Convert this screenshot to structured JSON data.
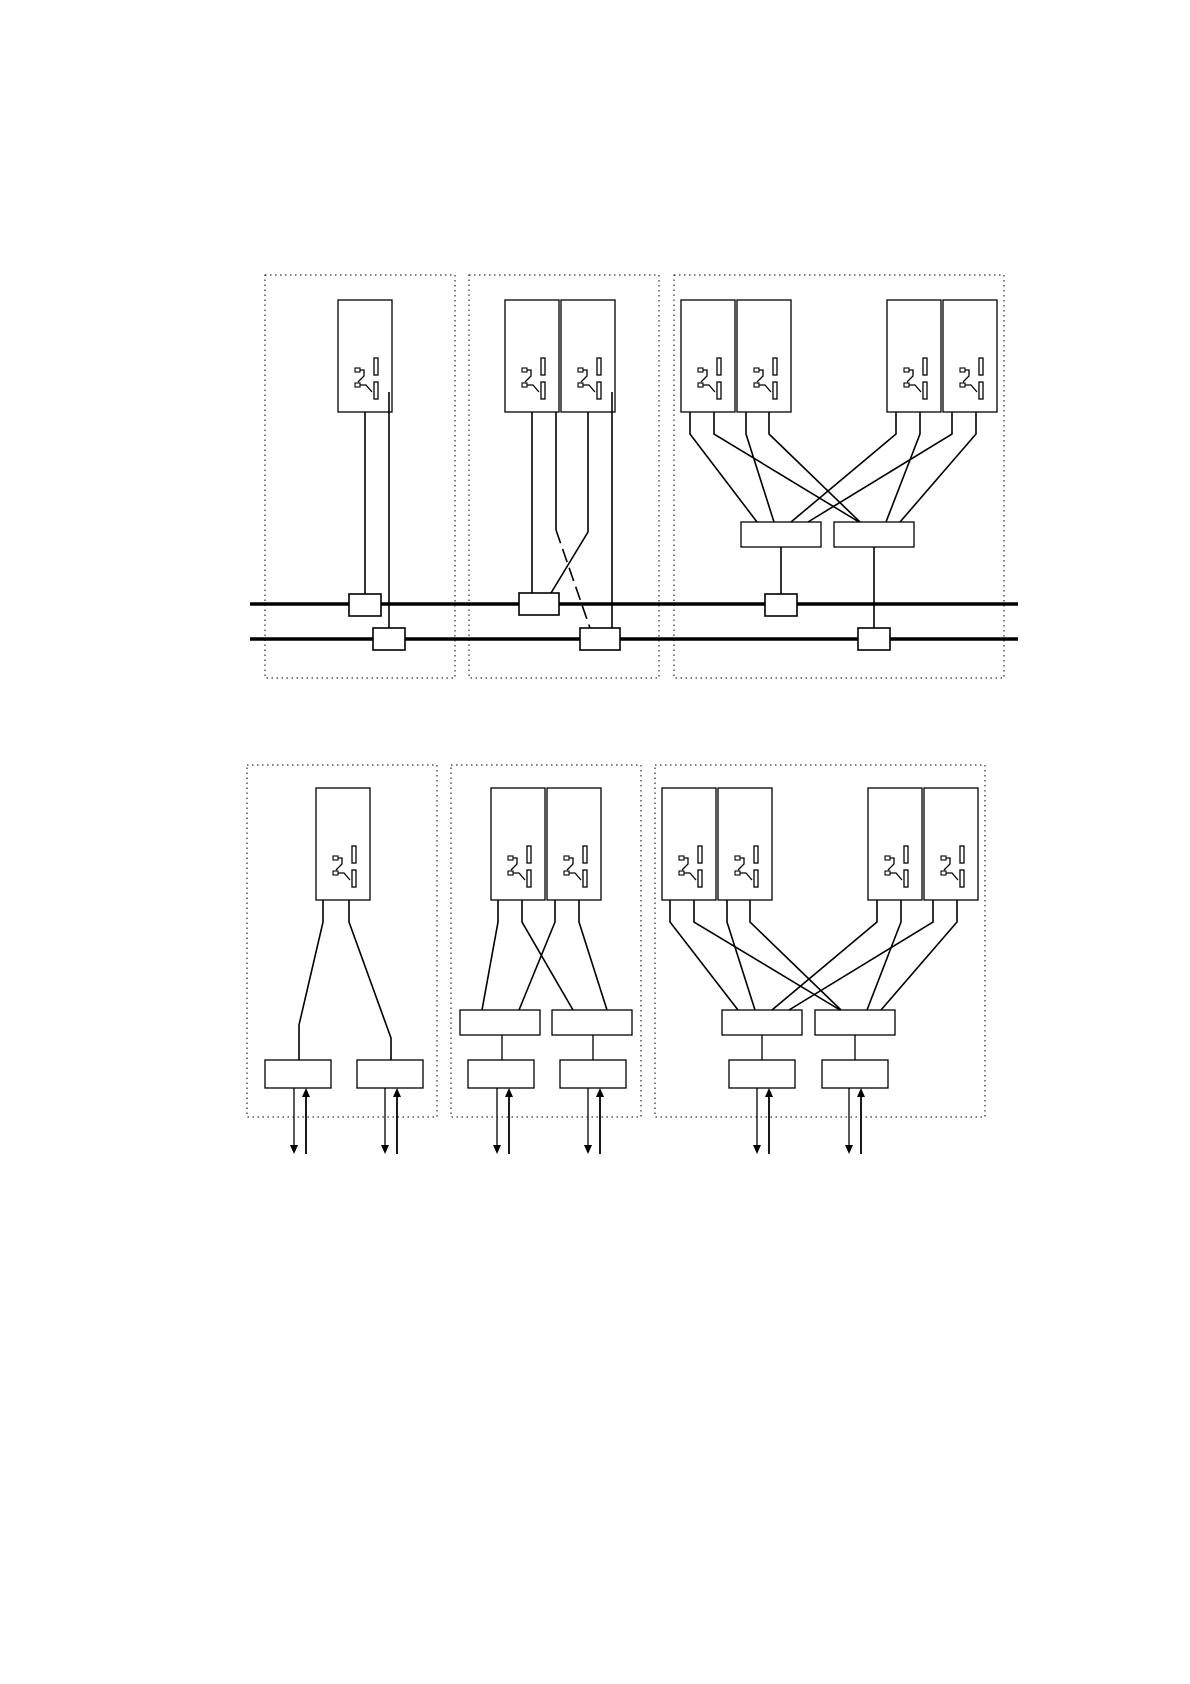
{
  "page": {
    "background": "#ffffff",
    "ink": "#000000"
  },
  "diagrams": [
    {
      "id": "top",
      "description_hidden": true,
      "groups": [
        {
          "cabinets": 1,
          "bus_connections": 2
        },
        {
          "cabinets": 2,
          "bus_connections": 2
        },
        {
          "cabinets": 4,
          "intermediate_boxes": 2,
          "bus_connections": 2
        }
      ],
      "buses": 2
    },
    {
      "id": "bottom",
      "groups": [
        {
          "cabinets": 1,
          "io_boxes": 2
        },
        {
          "cabinets": 2,
          "intermediate_boxes": 2,
          "io_boxes": 2
        },
        {
          "cabinets": 4,
          "intermediate_boxes": 2,
          "io_boxes": 2
        }
      ]
    }
  ]
}
